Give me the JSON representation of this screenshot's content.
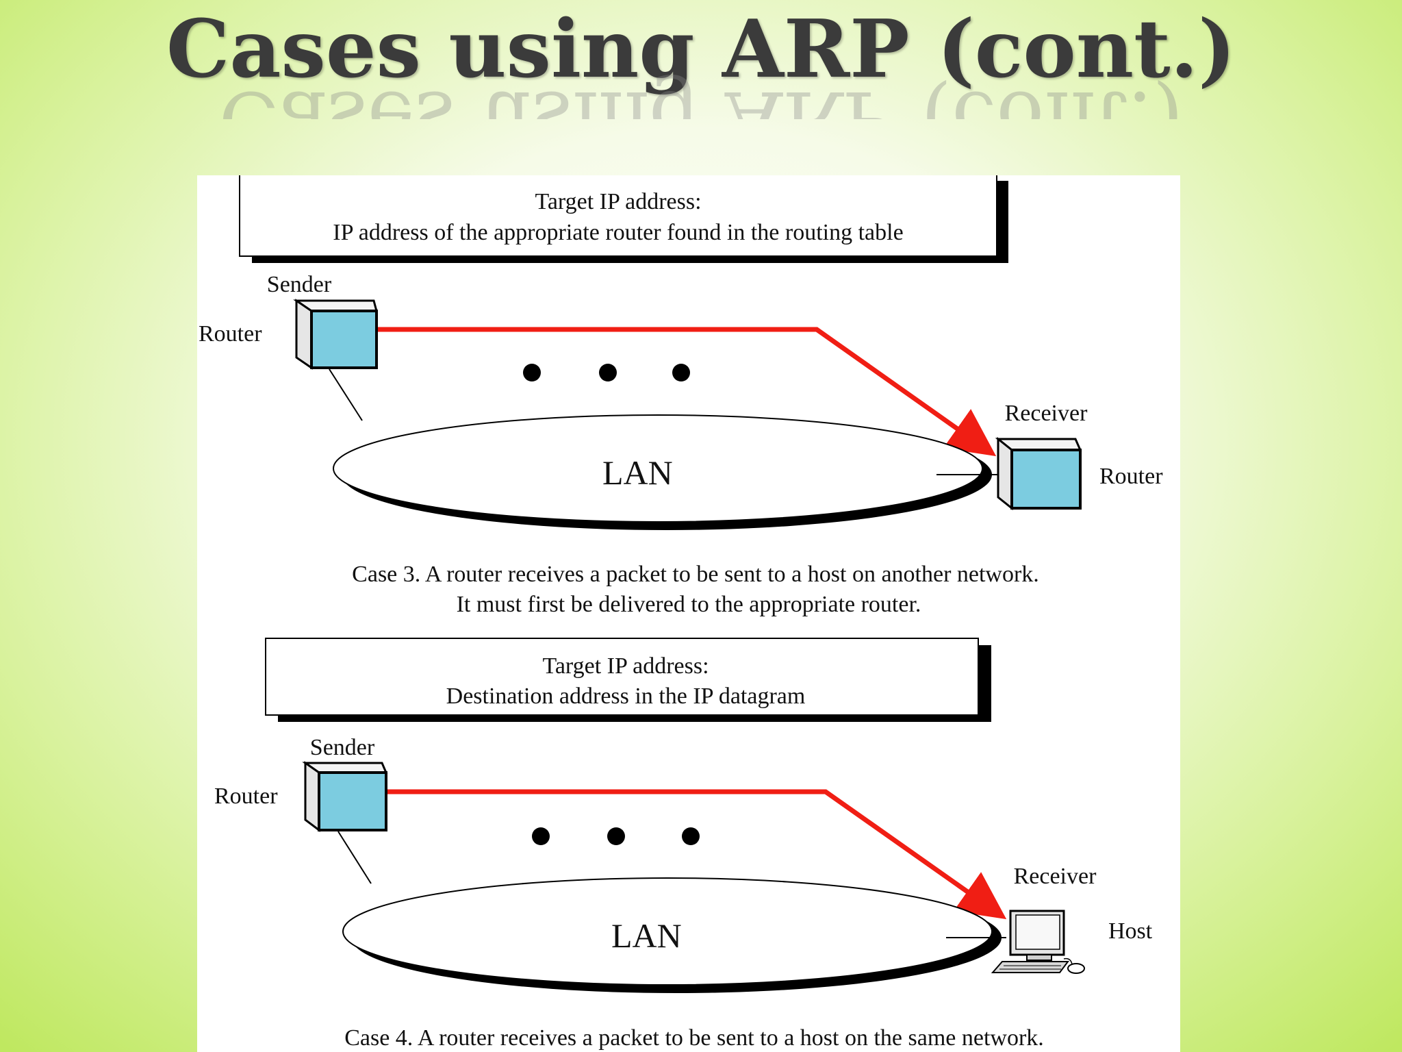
{
  "slide": {
    "title": "Cases using ARP (cont.)"
  },
  "case3": {
    "target_label": "Target IP address:",
    "target_value": "IP address of the appropriate router found in the routing table",
    "sender_label": "Sender",
    "sender_device": "Router",
    "network": "LAN",
    "receiver_label": "Receiver",
    "receiver_device": "Router",
    "caption_line1": "Case 3. A router receives a packet  to be sent to a host on another network.",
    "caption_line2": "It must first be delivered to the appropriate  router."
  },
  "case4": {
    "target_label": "Target IP address:",
    "target_value": "Destination address in the IP datagram",
    "sender_label": "Sender",
    "sender_device": "Router",
    "network": "LAN",
    "receiver_label": "Receiver",
    "receiver_device": "Host",
    "caption_line1": "Case 4.  A router receives a packet  to be sent to a host on the same network."
  },
  "colors": {
    "path": "#f01e14",
    "device_face": "#7ccce0",
    "shadow": "#000000"
  },
  "icons": {
    "router": "router-cube-icon",
    "host": "computer-host-icon",
    "continuation": "ellipsis-dots-icon"
  }
}
